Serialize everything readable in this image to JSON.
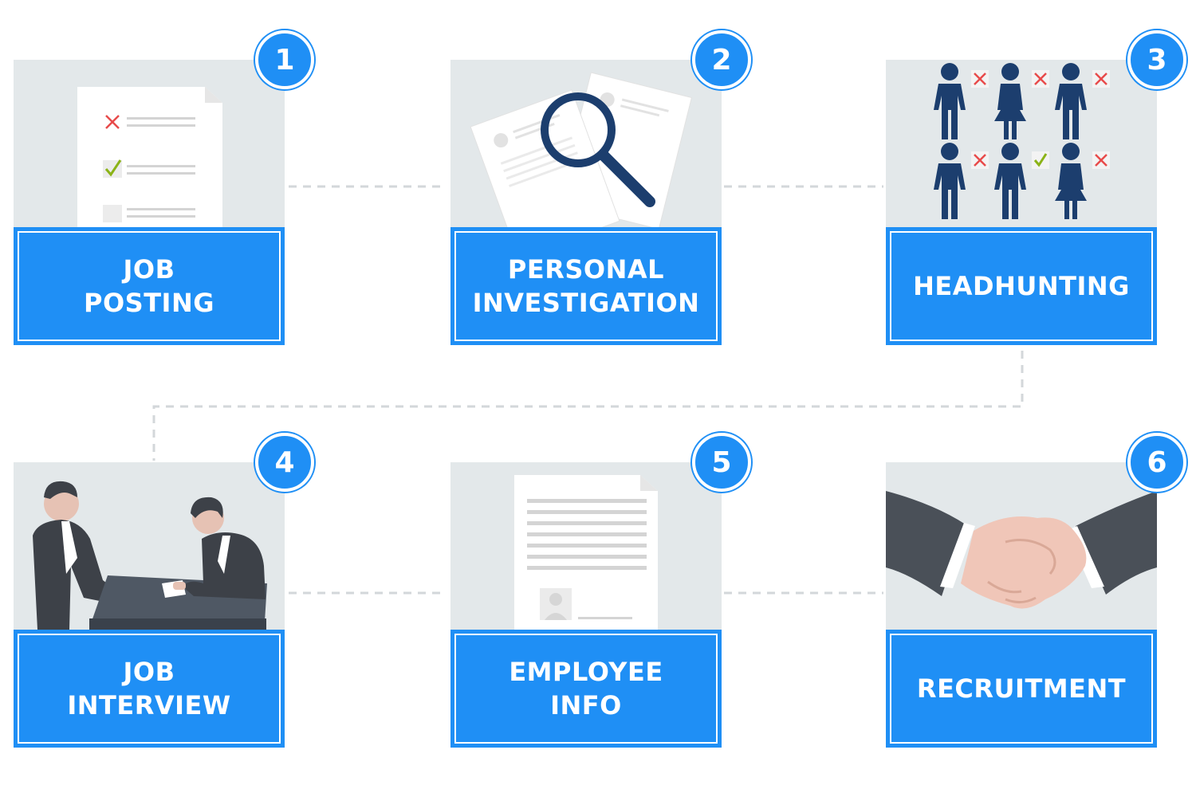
{
  "steps": [
    {
      "number": "1",
      "label": "JOB\nPOSTING",
      "icon": "checklist-document-icon"
    },
    {
      "number": "2",
      "label": "PERSONAL\nINVESTIGATION",
      "icon": "magnifier-documents-icon"
    },
    {
      "number": "3",
      "label": "HEADHUNTING",
      "icon": "candidates-selection-icon"
    },
    {
      "number": "4",
      "label": "JOB\nINTERVIEW",
      "icon": "interview-meeting-icon"
    },
    {
      "number": "5",
      "label": "EMPLOYEE\nINFO",
      "icon": "employee-document-icon"
    },
    {
      "number": "6",
      "label": "RECRUITMENT",
      "icon": "handshake-icon"
    }
  ],
  "colors": {
    "accent": "#1f8ff5",
    "panel": "#e3e8ea",
    "connector": "#d3d7da",
    "figure": "#1c3e6e",
    "reject": "#e84a4a",
    "accept": "#8bb317"
  }
}
